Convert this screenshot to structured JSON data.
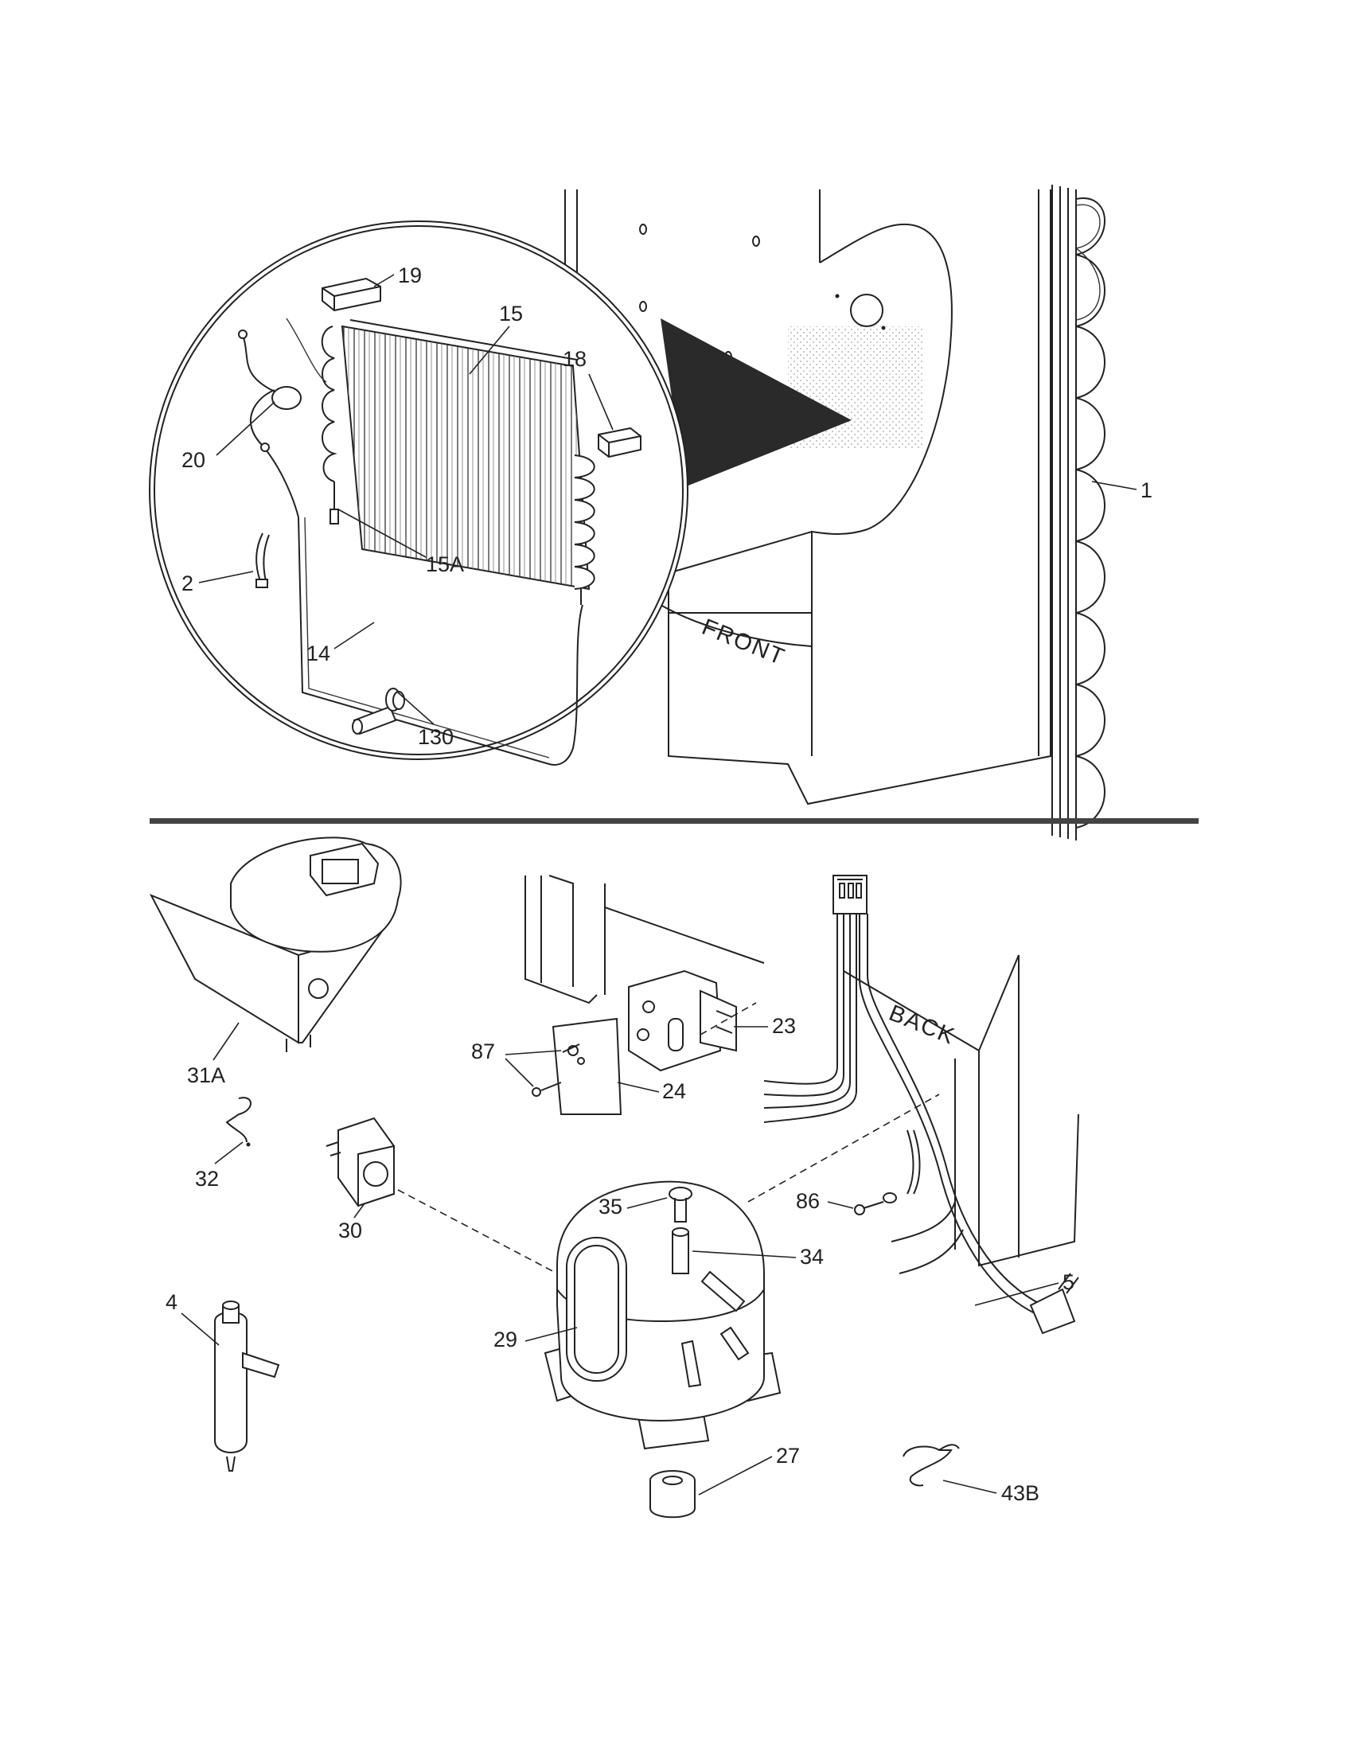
{
  "callouts": {
    "c1": "1",
    "c2": "2",
    "c4": "4",
    "c5": "5",
    "c14": "14",
    "c15": "15",
    "c15a": "15A",
    "c18": "18",
    "c19": "19",
    "c20": "20",
    "c23": "23",
    "c24": "24",
    "c27": "27",
    "c29": "29",
    "c30": "30",
    "c31a": "31A",
    "c32": "32",
    "c34": "34",
    "c35": "35",
    "c43b": "43B",
    "c86": "86",
    "c87": "87",
    "c130": "130"
  },
  "labels": {
    "front": "FRONT",
    "back": "BACK"
  }
}
